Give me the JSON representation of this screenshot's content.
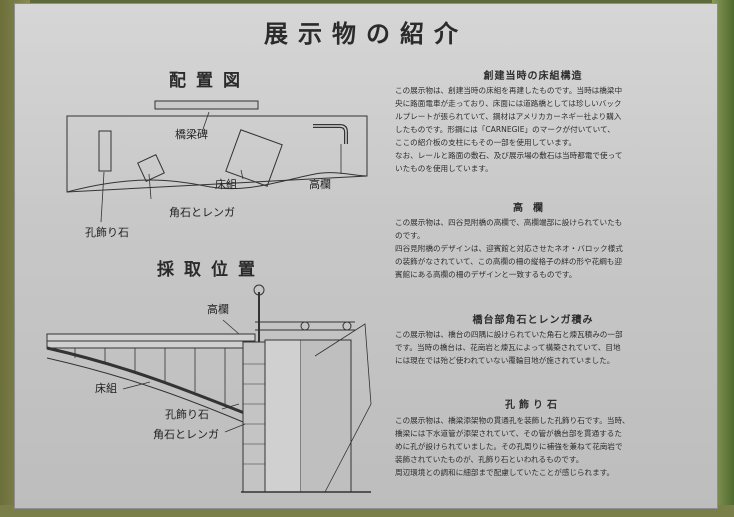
{
  "title": "展示物の紹介",
  "layout_section": {
    "title": "配置図",
    "labels": {
      "monument": "橋梁碑",
      "floor": "床組",
      "railing": "高欄",
      "corner_stone": "角石とレンガ",
      "hole_stone": "孔飾り石"
    }
  },
  "origin_section": {
    "title": "採取位置",
    "labels": {
      "railing": "高欄",
      "floor": "床組",
      "hole_stone": "孔飾り石",
      "corner_stone": "角石とレンガ"
    }
  },
  "sections": [
    {
      "heading": "創建当時の床組構造",
      "lines": [
        "この展示物は、創建当時の床組を再建したものです。当時は橋梁中",
        "央に路面電車が走っており、床面には道路橋としては珍しいバック",
        "ルプレートが張られていて、鋼材はアメリカカーネギー社より購入",
        "したものです。形鋼には「CARNEGIE」のマークが付いていて、",
        "ここの紹介板の支柱にもその一部を使用しています。",
        "なお、レールと路面の敷石、及び展示場の敷石は当時都電で使って",
        "いたものを使用しています。"
      ]
    },
    {
      "heading": "高欄",
      "lines": [
        "この展示物は、四谷見附橋の高欄で、高欄端部に設けられていたも",
        "のです。",
        "四谷見附橋のデザインは、迎賓館と対応させたネオ・バロック様式",
        "の装飾がなされていて、この高欄の柵の縦格子の絆の形や花綱も迎",
        "賓館にある高欄の柵のデザインと一致するものです。"
      ]
    },
    {
      "heading": "橋台部角石とレンガ積み",
      "lines": [
        "この展示物は、橋台の四隅に設けられていた角石と煉瓦積みの一部",
        "です。当時の橋台は、花崗岩と煉瓦によって構築されていて、目地",
        "には現在では殆ど使われていない覆輪目地が施されていました。"
      ]
    },
    {
      "heading": "孔飾り石",
      "lines": [
        "この展示物は、橋梁添架物の貫通孔を装飾した孔飾り石です。当時、",
        "橋梁には下水道管が添架されていて、その管が橋台部を貫通するた",
        "めに孔が設けられていました。その孔周りに補強を兼ねて花崗岩で",
        "装飾されていたものが、孔飾り石といわれるものです。",
        "周辺環境との調和に細部まで配慮していたことが感じられます。"
      ]
    }
  ]
}
